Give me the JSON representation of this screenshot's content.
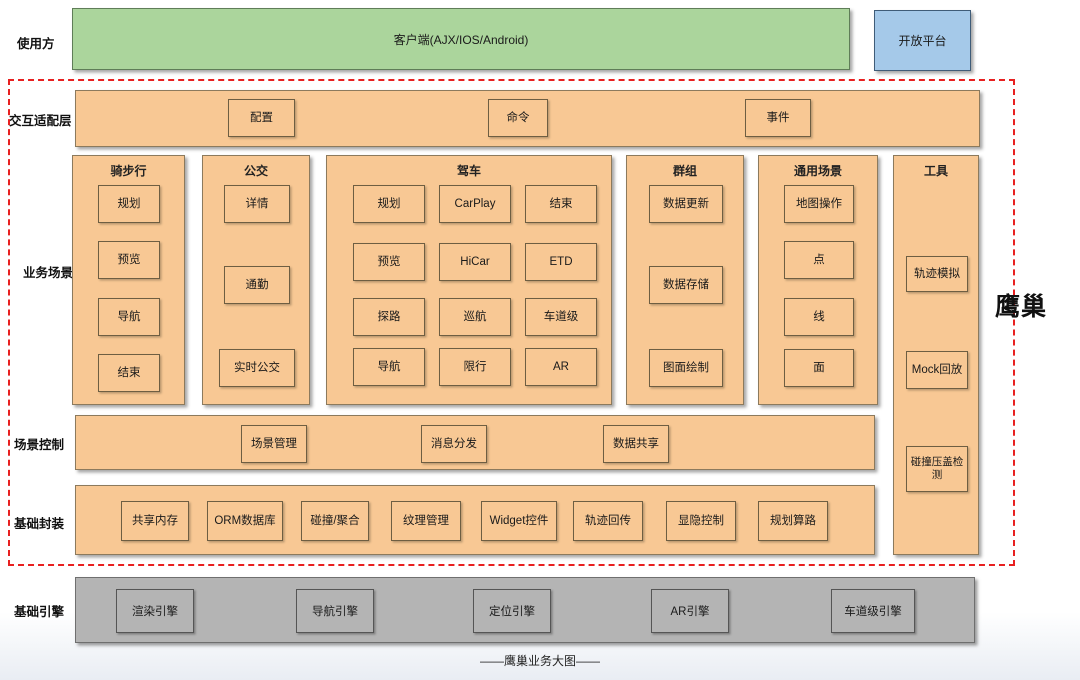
{
  "top": {
    "row_label": "使用方",
    "client_box": "客户端(AJX/IOS/Android)",
    "open_platform_box": "开放平台"
  },
  "eagle_nest_label": "鹰巢",
  "adapter_layer": {
    "row_label": "交互适配层",
    "items": [
      "配置",
      "命令",
      "事件"
    ]
  },
  "business_scenes": {
    "row_label": "业务场景",
    "columns": [
      {
        "title": "骑步行",
        "items": [
          "规划",
          "预览",
          "导航",
          "结束"
        ]
      },
      {
        "title": "公交",
        "items": [
          "详情",
          "通勤",
          "实时公交"
        ]
      },
      {
        "title": "驾车",
        "items": [
          "规划",
          "CarPlay",
          "结束",
          "预览",
          "HiCar",
          "ETD",
          "探路",
          "巡航",
          "车道级",
          "导航",
          "限行",
          "AR"
        ]
      },
      {
        "title": "群组",
        "items": [
          "数据更新",
          "数据存储",
          "图面绘制"
        ]
      },
      {
        "title": "通用场景",
        "items": [
          "地图操作",
          "点",
          "线",
          "面"
        ]
      }
    ]
  },
  "tools": {
    "title": "工具",
    "items": [
      "轨迹模拟",
      "Mock回放",
      "碰撞压盖检测"
    ]
  },
  "scene_control": {
    "row_label": "场景控制",
    "items": [
      "场景管理",
      "消息分发",
      "数据共享"
    ]
  },
  "base_wrapper": {
    "row_label": "基础封装",
    "items": [
      "共享内存",
      "ORM数据库",
      "碰撞/聚合",
      "纹理管理",
      "Widget控件",
      "轨迹回传",
      "显隐控制",
      "规划算路"
    ]
  },
  "base_engine": {
    "row_label": "基础引擎",
    "items": [
      "渲染引擎",
      "导航引擎",
      "定位引擎",
      "AR引擎",
      "车道级引擎"
    ]
  },
  "caption": "——鹰巢业务大图——",
  "colors": {
    "client_green": "#abd59c",
    "platform_blue": "#a5c9e9",
    "layer_orange": "#f8c894",
    "engine_gray": "#b4b4b4",
    "boundary_red": "#e82020"
  }
}
